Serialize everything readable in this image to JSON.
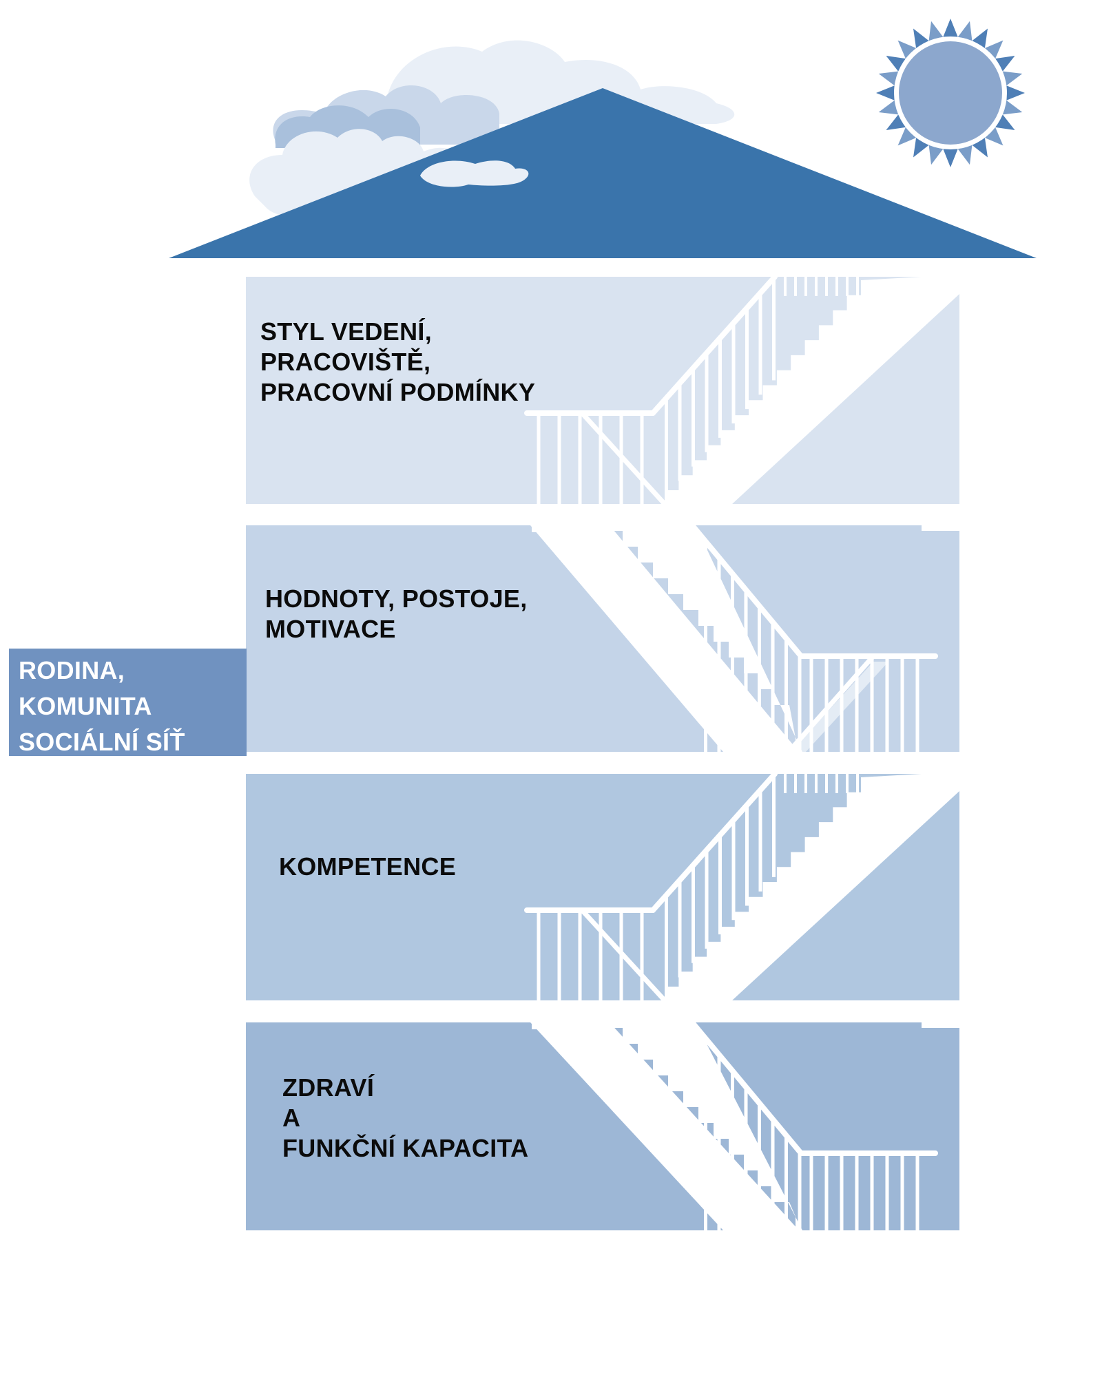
{
  "colors": {
    "roof": "#3a74ab",
    "sun_disc": "#8ca7cd",
    "sun_rays": "#4f7fb6",
    "cloud_light": "#e9eff7",
    "cloud_mid": "#c9d7ea",
    "cloud_dark": "#a9c0dc",
    "floor_4": "#d9e3f0",
    "floor_3": "#c4d4e8",
    "floor_2": "#b0c7e0",
    "floor_1": "#9db7d6",
    "side_box": "#7092c0",
    "railing": "#ffffff",
    "text_dark": "#0b0b0b",
    "text_light": "#ffffff"
  },
  "icons": {
    "roof": "roof-icon",
    "sun": "sun-icon",
    "cloud": "cloud-icon",
    "stairs": "staircase-icon"
  },
  "side": {
    "lines": [
      "RODINA,",
      "KOMUNITA",
      "SOCIÁLNÍ SÍŤ"
    ]
  },
  "floors": [
    {
      "level": 4,
      "lines": [
        "STYL VEDENÍ,",
        "PRACOVIŠTĚ,",
        "PRACOVNÍ PODMÍNKY"
      ]
    },
    {
      "level": 3,
      "lines": [
        "HODNOTY, POSTOJE,",
        "MOTIVACE"
      ]
    },
    {
      "level": 2,
      "lines": [
        "KOMPETENCE"
      ]
    },
    {
      "level": 1,
      "lines": [
        "ZDRAVÍ",
        "A",
        "FUNKČNÍ KAPACITA"
      ]
    }
  ]
}
